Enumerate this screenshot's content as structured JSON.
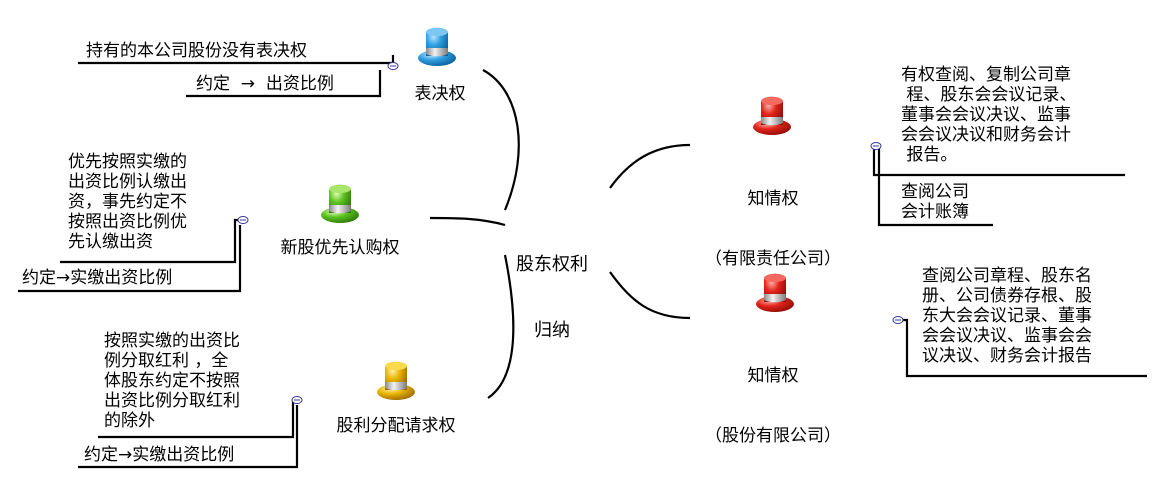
{
  "center": {
    "lines": [
      "股东权利",
      "归纳"
    ]
  },
  "branches": {
    "voting": {
      "label": "表决权",
      "hat_color": "#2f9fe0",
      "notes": [
        "持有的本公司股份没有表决权",
        "约定  →  出资比例"
      ]
    },
    "preemptive": {
      "label": "新股优先认购权",
      "hat_color": "#5cc21f",
      "notes": [
        "优先按照实缴的\n出资比例认缴出\n资，事先约定不\n按照出资比例优\n先认缴出资",
        "约定→实缴出资比例"
      ]
    },
    "dividend": {
      "label": "股利分配请求权",
      "hat_color": "#e8b400",
      "notes": [
        "按照实缴的出资比\n例分取红利 ，全\n体股东约定不按照\n出资比例分取红利\n的除外",
        "约定→实缴出资比例"
      ]
    },
    "info_llc": {
      "label": "知情权",
      "sublabel": "（有限责任公司）",
      "hat_color": "#e2231a",
      "notes": [
        "有权查阅、复制公司章\n 程、股东会会议记录、\n董事会会议决议、监事\n会会议决议和财务会计\n 报告。",
        "查阅公司\n会计账簿"
      ]
    },
    "info_jsc": {
      "label": "知情权",
      "sublabel": "（股份有限公司）",
      "hat_color": "#e2231a",
      "notes": [
        "查阅公司章程、股东名\n册、公司债券存根、股\n东大会会议记录、董事\n会会议决议、监事会会\n议决议、财务会计报告"
      ]
    }
  }
}
